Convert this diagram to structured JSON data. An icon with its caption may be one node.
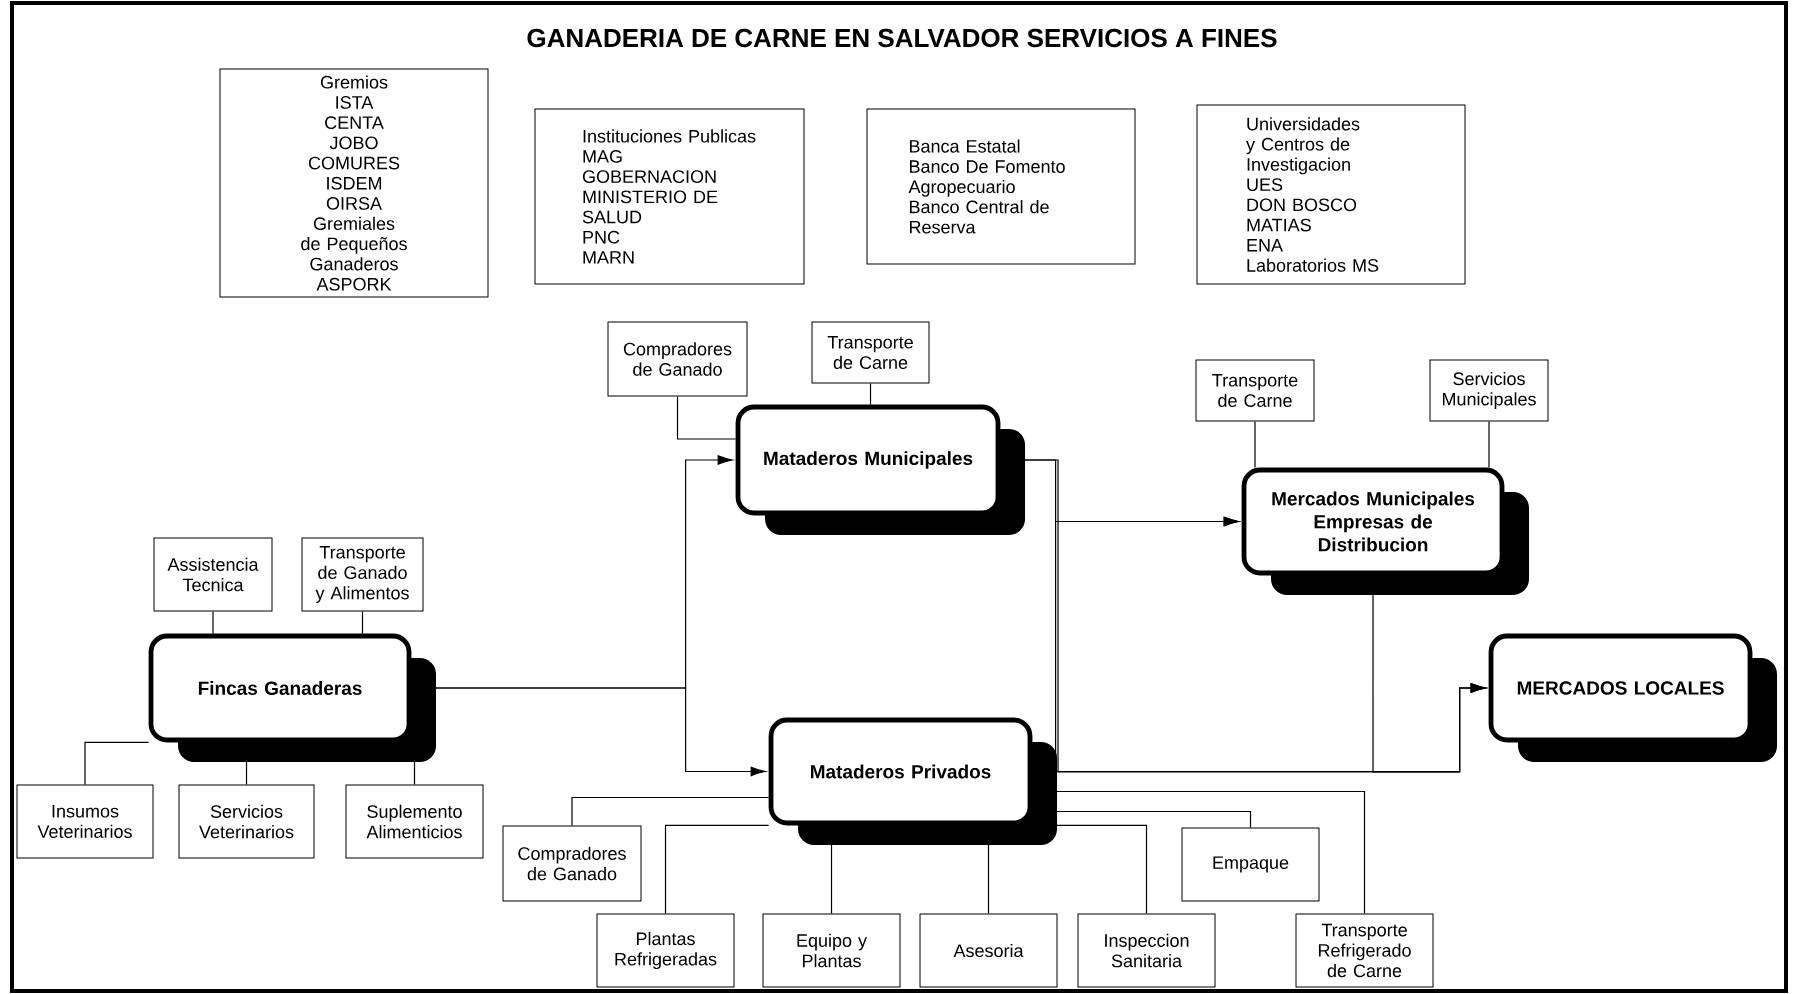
{
  "diagram": {
    "title": "GANADERIA DE CARNE EN SALVADOR SERVICIOS A FINES",
    "nodes": [
      {
        "text": [
          "Gremios",
          "ISTA",
          "CENTA",
          "JOBO",
          "COMURES",
          "ISDEM",
          "OIRSA",
          "Gremiales de Pequeños Ganaderos",
          "ASPORK"
        ]
      },
      {
        "text": [
          "Instituciones Publicas",
          "MAG",
          "GOBERNACION",
          "MINISTERIO DE SALUD",
          "PNC",
          "MARN"
        ]
      },
      {
        "text": [
          "Banca Estatal",
          "Banco De Fomento Agropecuario",
          "Banco Central de Reserva"
        ]
      },
      {
        "text": [
          "Universidades y Centros de Investigacion",
          "UES",
          "DON BOSCO",
          "MATIAS",
          "ENA",
          "Laboratorios MS"
        ]
      },
      {
        "text": [
          "Compradores de Ganado"
        ]
      },
      {
        "text": [
          "Transporte de Carne"
        ]
      },
      {
        "text": [
          "Mataderos Municipales"
        ]
      },
      {
        "text": [
          "Transporte de Carne"
        ]
      },
      {
        "text": [
          "Servicios Municipales"
        ]
      },
      {
        "text": [
          "Mercados Municipales Empresas de Distribucion"
        ]
      },
      {
        "text": [
          "Assistencia Tecnica"
        ]
      },
      {
        "text": [
          "Transporte de Ganado y Alimentos"
        ]
      },
      {
        "text": [
          "Fincas Ganaderas"
        ]
      },
      {
        "text": [
          "MERCADOS LOCALES"
        ]
      },
      {
        "text": [
          "Mataderos Privados"
        ]
      },
      {
        "text": [
          "Insumos Veterinarios"
        ]
      },
      {
        "text": [
          "Servicios Veterinarios"
        ]
      },
      {
        "text": [
          "Suplemento Alimenticios"
        ]
      },
      {
        "text": [
          "Compradores de Ganado"
        ]
      },
      {
        "text": [
          "Empaque"
        ]
      },
      {
        "text": [
          "Plantas Refrigeradas"
        ]
      },
      {
        "text": [
          "Equipo y Plantas"
        ]
      },
      {
        "text": [
          "Asesoria"
        ]
      },
      {
        "text": [
          "Inspeccion Sanitaria"
        ]
      },
      {
        "text": [
          "Transporte Refrigerado de Carne"
        ]
      }
    ],
    "edges": [
      {
        "from": 4,
        "to": 6,
        "arrow": "none"
      },
      {
        "from": 5,
        "to": 6,
        "arrow": "none"
      },
      {
        "from": 7,
        "to": 9,
        "arrow": "none"
      },
      {
        "from": 8,
        "to": 9,
        "arrow": "none"
      },
      {
        "from": 10,
        "to": 12,
        "arrow": "none"
      },
      {
        "from": 11,
        "to": 12,
        "arrow": "none"
      },
      {
        "from": 12,
        "to": 6,
        "arrow": "to"
      },
      {
        "from": 12,
        "to": 14,
        "arrow": "to"
      },
      {
        "from": 6,
        "to": 9,
        "arrow": "to"
      },
      {
        "from": 6,
        "to": 13,
        "arrow": "to"
      },
      {
        "from": 14,
        "to": 9,
        "arrow": "to"
      },
      {
        "from": 14,
        "to": 13,
        "arrow": "to"
      },
      {
        "from": 9,
        "to": 13,
        "arrow": "to"
      },
      {
        "from": 12,
        "to": 15,
        "arrow": "none"
      },
      {
        "from": 12,
        "to": 16,
        "arrow": "none"
      },
      {
        "from": 12,
        "to": 17,
        "arrow": "none"
      },
      {
        "from": 14,
        "to": 18,
        "arrow": "none"
      },
      {
        "from": 14,
        "to": 20,
        "arrow": "none"
      },
      {
        "from": 14,
        "to": 21,
        "arrow": "none"
      },
      {
        "from": 14,
        "to": 22,
        "arrow": "none"
      },
      {
        "from": 14,
        "to": 23,
        "arrow": "none"
      },
      {
        "from": 14,
        "to": 19,
        "arrow": "none"
      },
      {
        "from": 14,
        "to": 24,
        "arrow": "none"
      }
    ]
  }
}
